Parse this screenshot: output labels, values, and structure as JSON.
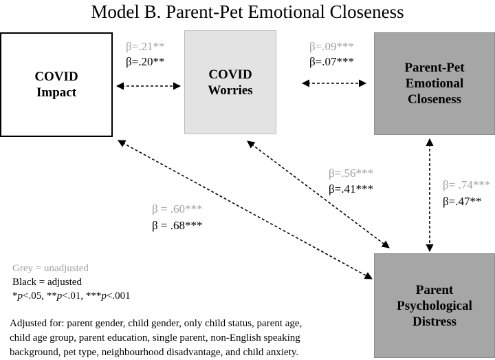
{
  "title": "Model B. Parent-Pet Emotional Closeness",
  "boxes": {
    "covid_impact": {
      "line1": "COVID",
      "line2": "Impact",
      "fill": "#ffffff"
    },
    "covid_worries": {
      "line1": "COVID",
      "line2": "Worries",
      "fill": "#e3e3e3"
    },
    "closeness": {
      "line1": "Parent-Pet",
      "line2": "Emotional",
      "line3": "Closeness",
      "fill": "#a6a6a6"
    },
    "distress": {
      "line1": "Parent",
      "line2": "Psychological",
      "line3": "Distress",
      "fill": "#a6a6a6"
    }
  },
  "paths": {
    "impact_worries": {
      "unadjusted": "β=.21**",
      "adjusted": "β=.20**"
    },
    "worries_closeness": {
      "unadjusted": "β=.09***",
      "adjusted": "β=.07***"
    },
    "worries_distress": {
      "unadjusted": "β=.56***",
      "adjusted": "β=.41***"
    },
    "closeness_distress": {
      "unadjusted": "β= .74***",
      "adjusted": "β=.47**"
    },
    "impact_distress": {
      "unadjusted": "β = .60***",
      "adjusted": "β = .68***"
    }
  },
  "legend": {
    "grey": "Grey = unadjusted",
    "black": "Black = adjusted",
    "p1": "p",
    "p1_text": "<.05, **",
    "p2": "p",
    "p2_text": "<.01, ***",
    "p3": "p",
    "p3_text": "<.001",
    "star": "*"
  },
  "note": {
    "line1": "Adjusted for: parent gender, child gender, only child status, parent age,",
    "line2": "child age group, parent education, single parent, non-English speaking",
    "line3": "background, pet type, neighbourhood disadvantage, and child anxiety."
  },
  "colors": {
    "grey_text": "#a0a0a0",
    "black_text": "#000000"
  }
}
